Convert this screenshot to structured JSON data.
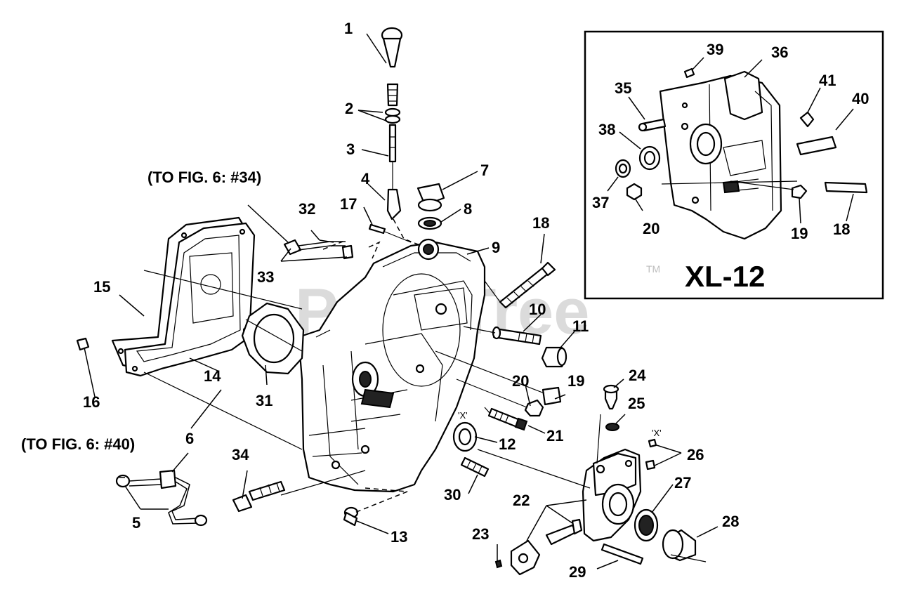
{
  "diagram": {
    "inset_title": "XL-12",
    "watermark": "PartsTree",
    "trademark": "TM",
    "notes": [
      {
        "id": "note-fig6-34",
        "text": "(TO FIG. 6: #34)"
      },
      {
        "id": "note-fig6-40",
        "text": "(TO FIG. 6: #40)"
      }
    ],
    "x_marks": [
      "'X'",
      "'X'"
    ],
    "callouts_main": [
      "1",
      "2",
      "3",
      "4",
      "7",
      "8",
      "17",
      "9",
      "18",
      "10",
      "11",
      "19",
      "20",
      "21",
      "12",
      "30",
      "32",
      "33",
      "15",
      "14",
      "16",
      "31",
      "24",
      "25",
      "26",
      "27",
      "28",
      "22",
      "23",
      "29",
      "13",
      "34",
      "6",
      "5"
    ],
    "callouts_inset": [
      "39",
      "36",
      "35",
      "41",
      "40",
      "38",
      "37",
      "20",
      "19",
      "18"
    ]
  },
  "colors": {
    "ink": "#000000",
    "background": "#ffffff",
    "watermark": "#cfcfcf"
  }
}
